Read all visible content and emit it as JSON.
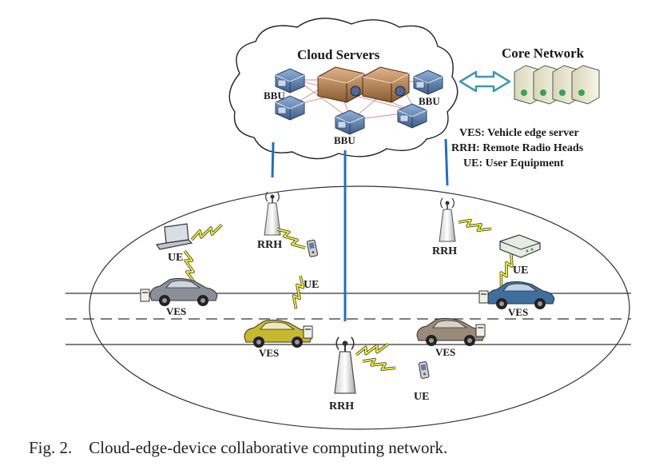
{
  "cloud": {
    "title": "Cloud Servers"
  },
  "core_network": {
    "title": "Core Network"
  },
  "bbu_labels": [
    "BBU",
    "BBU",
    "BBU"
  ],
  "legend": {
    "ves": "VES: Vehicle edge server",
    "rrh": "RRH: Remote Radio Heads",
    "ue": "UE: User Equipment"
  },
  "labels": {
    "rrh": "RRH",
    "ue": "UE",
    "ves": "VES"
  },
  "caption": {
    "number": "Fig. 2.",
    "text": "Cloud-edge-device collaborative computing network."
  },
  "colors": {
    "link_blue": "#1f6fc4",
    "wireless_yellow": "#f2ef2a",
    "arrow_teal": "#3a9ab0",
    "server_brown": "#b07a4a",
    "bbu_blue": "#5a7fae"
  }
}
